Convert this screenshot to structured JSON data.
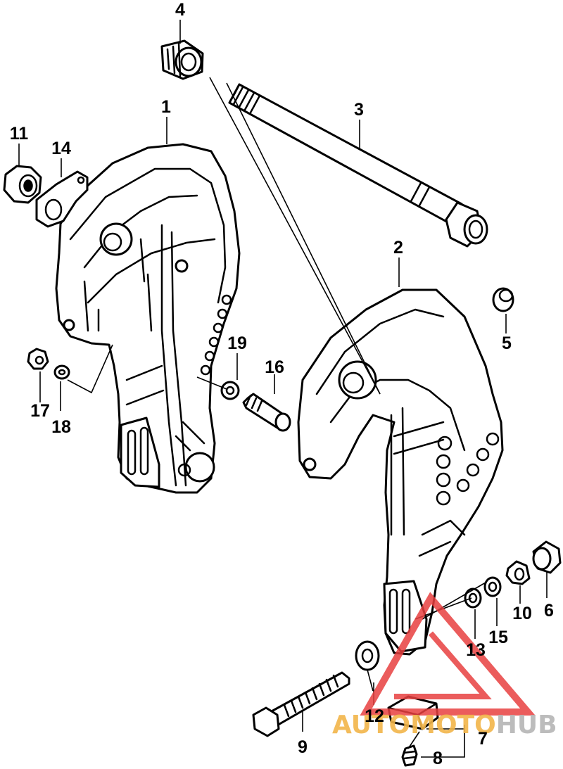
{
  "diagram": {
    "callouts": [
      "1",
      "2",
      "3",
      "4",
      "5",
      "6",
      "7",
      "8",
      "9",
      "10",
      "11",
      "12",
      "13",
      "14",
      "15",
      "16",
      "17",
      "18",
      "19"
    ]
  },
  "watermark": {
    "brand_prefix": "AUTO",
    "brand_middle": "MOTO",
    "brand_suffix": "HUB",
    "prefix_color": "#f2b54a",
    "middle_color": "#f2b54a",
    "suffix_color": "#b5b5b5",
    "triangle_color": "#e84040"
  }
}
